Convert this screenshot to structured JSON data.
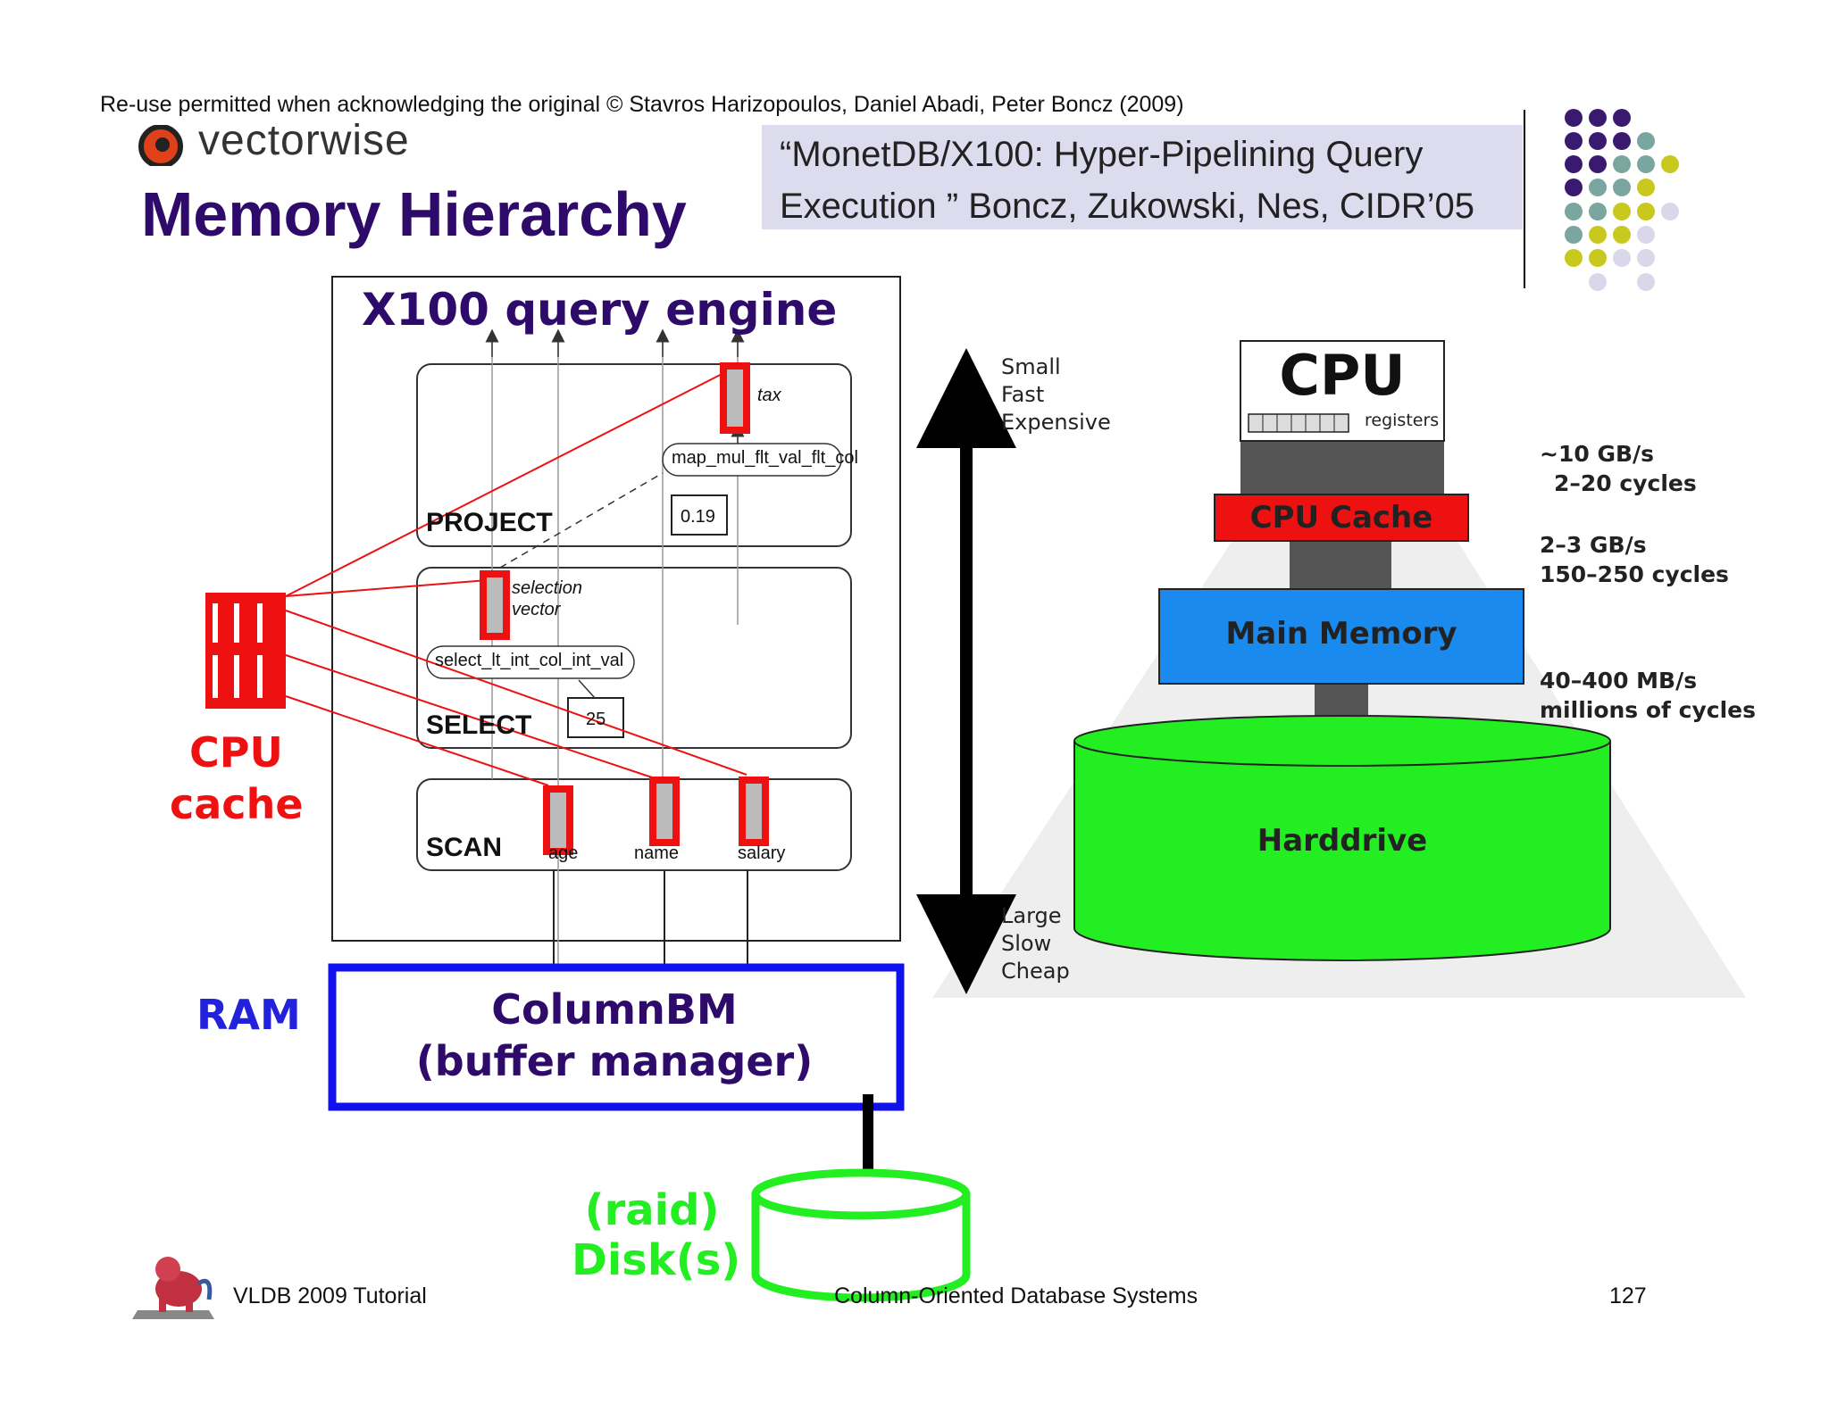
{
  "header": {
    "credit": "Re-use permitted when acknowledging the original © Stavros Harizopoulos, Daniel Abadi, Peter Boncz (2009)",
    "logo_text": "vectorwise",
    "title": "Memory Hierarchy",
    "citation_line1": "“MonetDB/X100: Hyper-Pipelining Query",
    "citation_line2": "Execution ” Boncz, Zukowski, Nes, CIDR’05"
  },
  "colors": {
    "title": "#2e0b6a",
    "cache_red": "#ee1111",
    "ram_blue": "#2222dd",
    "disk_green": "#22ee22",
    "citation_bg": "#dcdcee",
    "dot_purple": "#3a1a6e",
    "dot_teal": "#7aa6a0",
    "dot_olive": "#c8c81e",
    "dot_lavender": "#d8d8ea"
  },
  "engine": {
    "title": "X100 query engine",
    "project_label": "PROJECT",
    "select_label": "SELECT",
    "scan_label": "SCAN",
    "tax_label": "tax",
    "map_op": "map_mul_flt_val_flt_col",
    "const_019": "0.19",
    "selection_line1": "selection",
    "selection_line2": "vector",
    "select_op": "select_lt_int_col_int_val",
    "const_25": "25",
    "col_age": "age",
    "col_name": "name",
    "col_salary": "salary"
  },
  "labels": {
    "cpu_line1": "CPU",
    "cpu_line2": "cache",
    "ram": "RAM",
    "columnbm_line1": "ColumnBM",
    "columnbm_line2": "(buffer manager)",
    "disk_line1": "(raid)",
    "disk_line2": "Disk(s)"
  },
  "hierarchy": {
    "top_line1": "Small",
    "top_line2": "Fast",
    "top_line3": "Expensive",
    "bottom_line1": "Large",
    "bottom_line2": "Slow",
    "bottom_line3": "Cheap",
    "cpu": "CPU",
    "registers": "registers",
    "cpu_cache": "CPU Cache",
    "main_memory": "Main Memory",
    "harddrive": "Harddrive",
    "bw1_line1": "~10 GB/s",
    "bw1_line2": "2–20 cycles",
    "bw2_line1": "2–3 GB/s",
    "bw2_line2": "150–250 cycles",
    "bw3_line1": "40–400 MB/s",
    "bw3_line2": "millions of cycles"
  },
  "footer": {
    "left": "VLDB 2009 Tutorial",
    "center": "Column-Oriented Database Systems",
    "page": "127"
  }
}
